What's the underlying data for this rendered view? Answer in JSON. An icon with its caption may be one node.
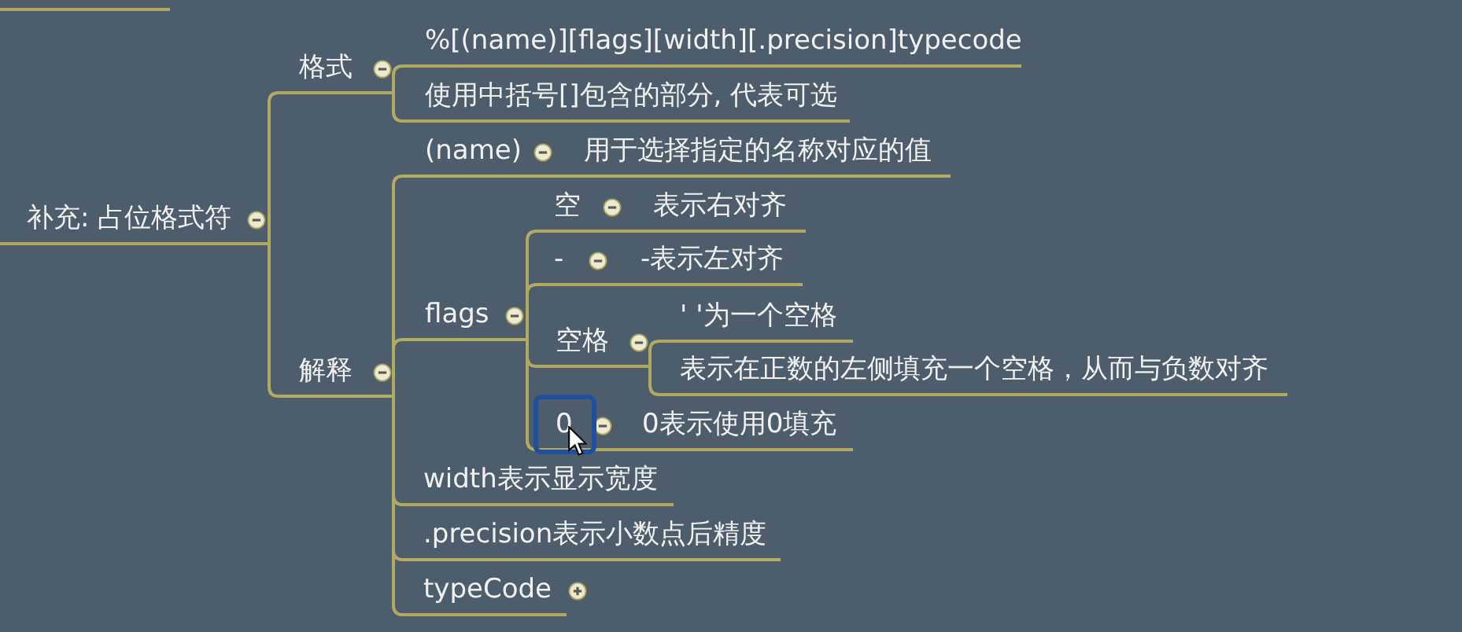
{
  "diagram": {
    "nodes": [
      {
        "text": [
          "补充: 占位格式符"
        ]
      },
      {
        "text": [
          "格式"
        ]
      },
      {
        "text": [
          "%[(name)][flags][width][.precision]typecode"
        ]
      },
      {
        "text": [
          "使用中括号[]包含的部分, 代表可选"
        ]
      },
      {
        "text": [
          "解释"
        ]
      },
      {
        "text": [
          "(name)"
        ]
      },
      {
        "text": [
          "用于选择指定的名称对应的值"
        ]
      },
      {
        "text": [
          "flags"
        ]
      },
      {
        "text": [
          "空"
        ]
      },
      {
        "text": [
          "表示右对齐"
        ]
      },
      {
        "text": [
          "-"
        ]
      },
      {
        "text": [
          "-表示左对齐"
        ]
      },
      {
        "text": [
          "空格"
        ]
      },
      {
        "text": [
          "' '为一个空格"
        ]
      },
      {
        "text": [
          "表示在正数的左侧填充一个空格，从而与负数对齐"
        ]
      },
      {
        "text": [
          "0"
        ]
      },
      {
        "text": [
          "0表示使用0填充"
        ]
      },
      {
        "text": [
          "width表示显示宽度"
        ]
      },
      {
        "text": [
          ".precision表示小数点后精度"
        ]
      },
      {
        "text": [
          "typeCode"
        ]
      }
    ],
    "edges": [
      {
        "from": 0,
        "to": 1,
        "arrow": "none"
      },
      {
        "from": 0,
        "to": 4,
        "arrow": "none"
      },
      {
        "from": 1,
        "to": 2,
        "arrow": "none"
      },
      {
        "from": 1,
        "to": 3,
        "arrow": "none"
      },
      {
        "from": 4,
        "to": 5,
        "arrow": "none"
      },
      {
        "from": 4,
        "to": 7,
        "arrow": "none"
      },
      {
        "from": 4,
        "to": 17,
        "arrow": "none"
      },
      {
        "from": 4,
        "to": 18,
        "arrow": "none"
      },
      {
        "from": 4,
        "to": 19,
        "arrow": "none"
      },
      {
        "from": 5,
        "to": 6,
        "arrow": "none"
      },
      {
        "from": 7,
        "to": 8,
        "arrow": "none"
      },
      {
        "from": 7,
        "to": 10,
        "arrow": "none"
      },
      {
        "from": 7,
        "to": 12,
        "arrow": "none"
      },
      {
        "from": 7,
        "to": 15,
        "arrow": "none"
      },
      {
        "from": 8,
        "to": 9,
        "arrow": "none"
      },
      {
        "from": 10,
        "to": 11,
        "arrow": "none"
      },
      {
        "from": 12,
        "to": 13,
        "arrow": "none"
      },
      {
        "from": 12,
        "to": 14,
        "arrow": "none"
      },
      {
        "from": 15,
        "to": 16,
        "arrow": "none"
      }
    ]
  }
}
